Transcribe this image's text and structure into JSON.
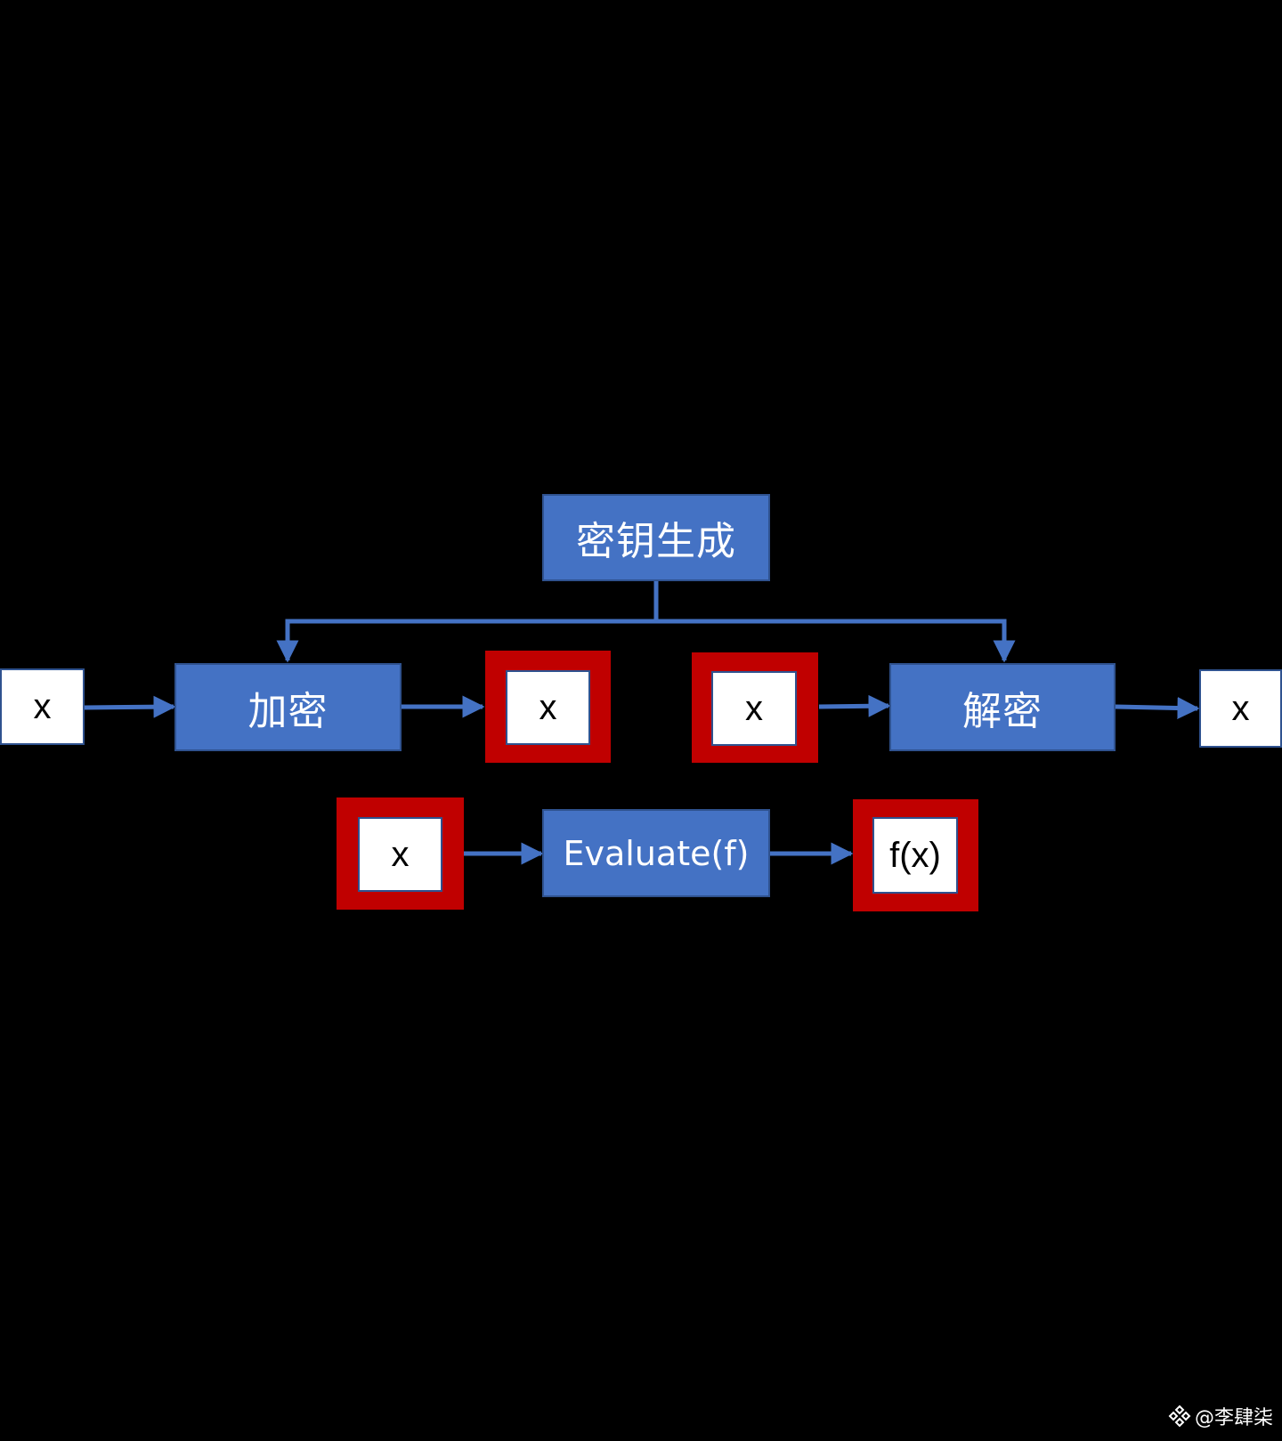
{
  "diagram": {
    "key_generation": {
      "label": "密钥生成"
    },
    "encrypt": {
      "label": "加密"
    },
    "decrypt": {
      "label": "解密"
    },
    "evaluate": {
      "label": "Evaluate(f)"
    },
    "plaintext_input": {
      "label": "x"
    },
    "ciphertext_after_encrypt": {
      "label": "x"
    },
    "ciphertext_before_decrypt": {
      "label": "x"
    },
    "plaintext_output": {
      "label": "x"
    },
    "ciphertext_eval_input": {
      "label": "x"
    },
    "ciphertext_eval_output": {
      "label": "f(x)"
    }
  },
  "watermark": {
    "text": "@李肆柒",
    "icon": "diamond-logo-icon"
  },
  "colors": {
    "background": "#000000",
    "process_fill": "#4472C4",
    "process_border": "#2F528F",
    "cipher_frame": "#C00000",
    "plain_fill": "#FFFFFF",
    "arrow": "#4472C4"
  }
}
